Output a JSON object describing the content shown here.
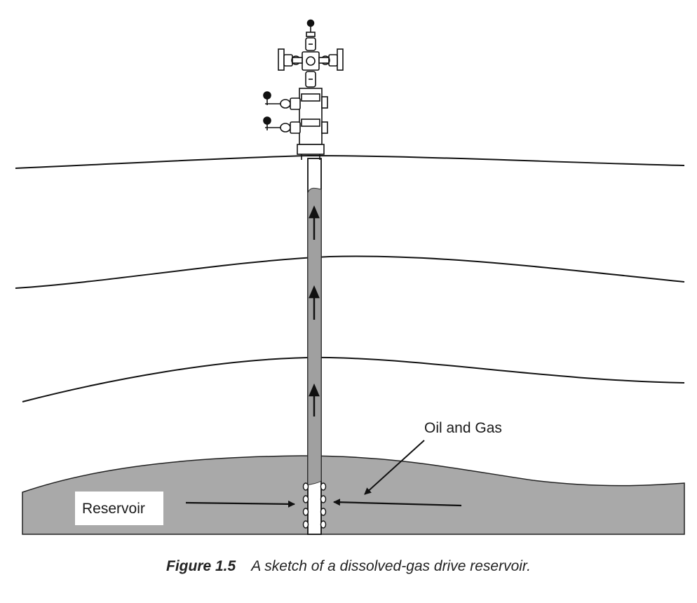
{
  "labels": {
    "oil_and_gas": "Oil and Gas",
    "reservoir": "Reservoir"
  },
  "caption": {
    "figure_number": "Figure 1.5",
    "text": "A sketch of a dissolved-gas drive reservoir."
  },
  "colors": {
    "reservoir_fill": "#a9a9a9",
    "wellbore_fluid": "#a0a0a0",
    "line": "#111111"
  },
  "icons": [
    "wellhead-icon",
    "flow-arrow-icon"
  ]
}
